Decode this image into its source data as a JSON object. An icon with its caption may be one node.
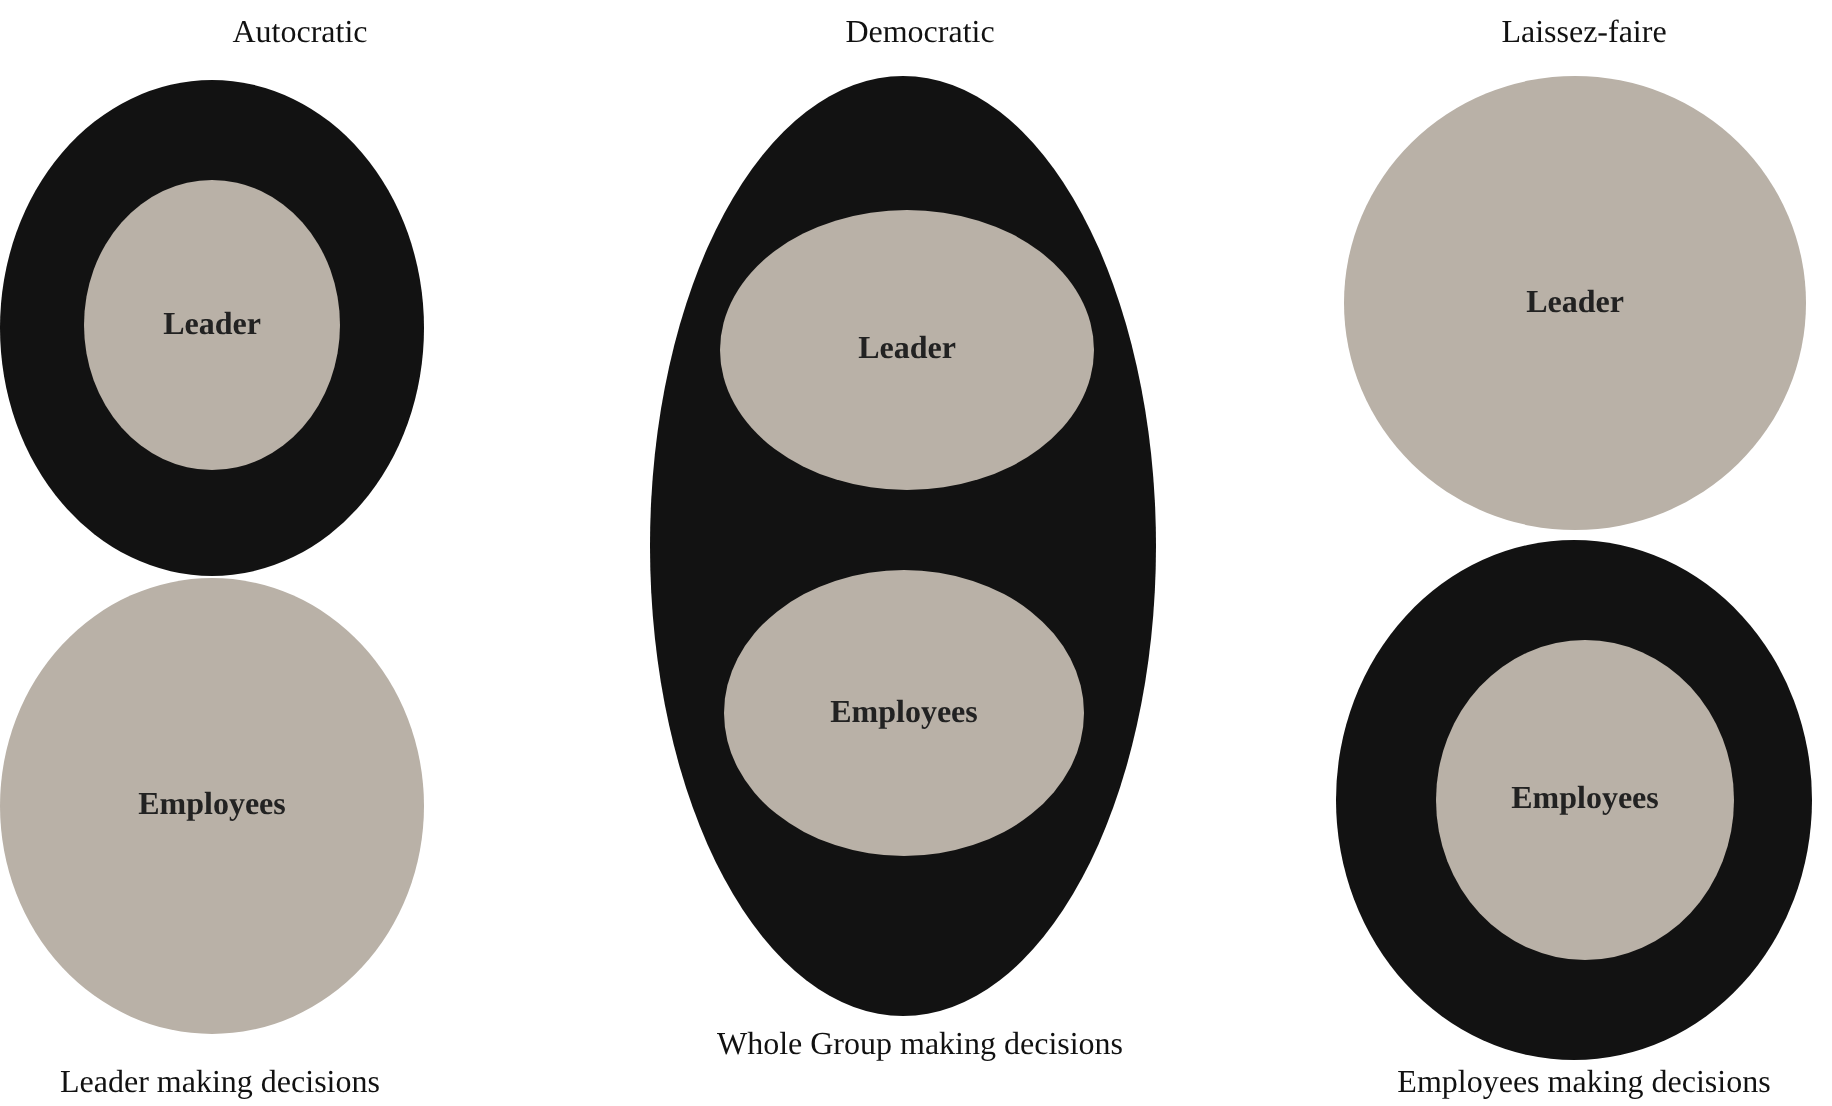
{
  "diagram": {
    "nodes": [
      {
        "text": [],
        "shape": "ellipse"
      },
      {
        "text": [
          "Leader"
        ],
        "in": 0
      },
      {
        "text": [
          "Employees"
        ]
      },
      {
        "text": [],
        "shape": "ellipse"
      },
      {
        "text": [
          "Leader"
        ],
        "in": 3
      },
      {
        "text": [
          "Employees"
        ],
        "in": 3
      },
      {
        "text": [
          "Leader"
        ]
      },
      {
        "text": [],
        "shape": "ellipse"
      },
      {
        "text": [
          "Employees"
        ],
        "in": 7
      }
    ],
    "edges": [],
    "labels": [
      "Autocratic",
      "Democratic",
      "Laissez-faire",
      "Leader making decisions",
      "Whole Group making decisions",
      "Employees making decisions"
    ]
  }
}
